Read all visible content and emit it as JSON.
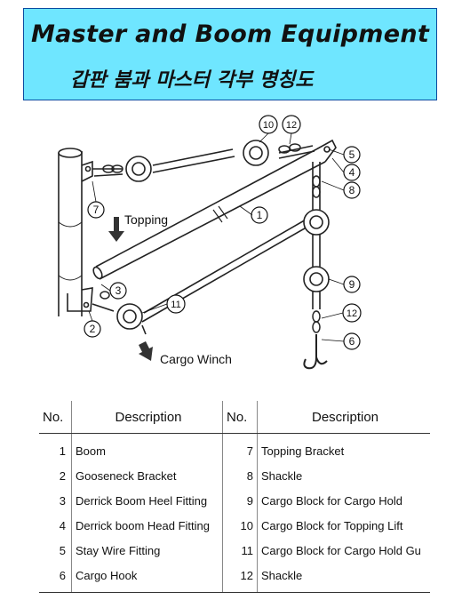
{
  "header": {
    "title_en": "Master and Boom Equipment",
    "title_ko": "갑판 붐과 마스터 각부 명칭도"
  },
  "colors": {
    "title_background": "#6fe6ff",
    "title_border": "#0a4aa0"
  },
  "diagram": {
    "labels": {
      "topping": "Topping",
      "cargo_winch": "Cargo Winch"
    },
    "callouts": [
      "1",
      "2",
      "3",
      "4",
      "5",
      "6",
      "7",
      "8",
      "9",
      "10",
      "11",
      "12",
      "12"
    ]
  },
  "table": {
    "headers": [
      "No.",
      "Description",
      "No.",
      "Description"
    ],
    "rows": [
      {
        "no_left": "1",
        "desc_left": "Boom",
        "no_right": "7",
        "desc_right": "Topping Bracket"
      },
      {
        "no_left": "2",
        "desc_left": "Gooseneck Bracket",
        "no_right": "8",
        "desc_right": "Shackle"
      },
      {
        "no_left": "3",
        "desc_left": "Derrick Boom Heel Fitting",
        "no_right": "9",
        "desc_right": "Cargo Block for Cargo Hold"
      },
      {
        "no_left": "4",
        "desc_left": "Derrick boom Head Fitting",
        "no_right": "10",
        "desc_right": "Cargo Block for Topping Lift"
      },
      {
        "no_left": "5",
        "desc_left": "Stay Wire Fitting",
        "no_right": "11",
        "desc_right": "Cargo Block for Cargo Hold Gu"
      },
      {
        "no_left": "6",
        "desc_left": "Cargo Hook",
        "no_right": "12",
        "desc_right": "Shackle"
      }
    ]
  }
}
